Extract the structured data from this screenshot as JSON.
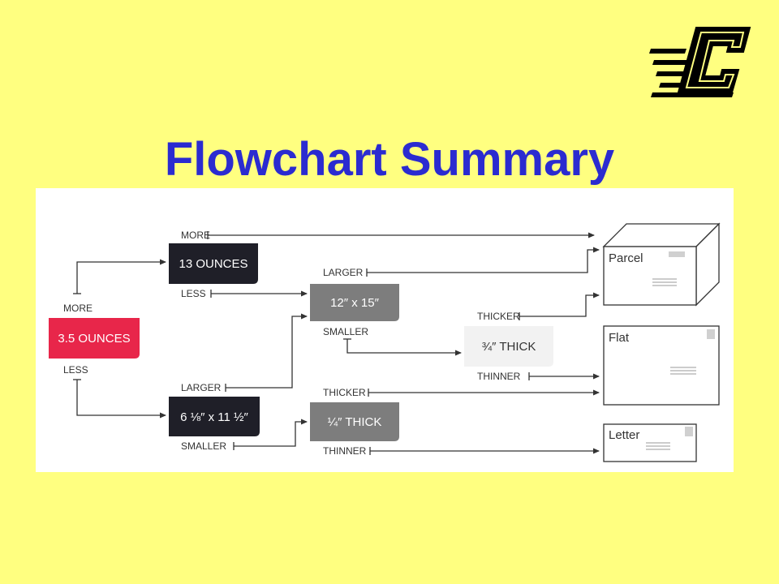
{
  "slide": {
    "title": "Flowchart Summary",
    "background_color": "#FFFF80",
    "title_color": "#2B2BD0",
    "logo": {
      "icon": "block-c-logo",
      "letter": "C",
      "color": "#000000"
    }
  },
  "diagram": {
    "start": {
      "label": "3.5 OUNCES",
      "color": "#E8264A"
    },
    "branch_labels": {
      "start_more": "MORE",
      "start_less": "LESS",
      "oz13_more": "MORE",
      "oz13_less": "LESS",
      "env_larger": "LARGER",
      "env_smaller": "SMALLER",
      "size12_larger": "LARGER",
      "size12_smaller": "SMALLER",
      "thick34_thicker": "THICKER",
      "thick34_thinner": "THINNER",
      "thick14_thicker": "THICKER",
      "thick14_thinner": "THINNER"
    },
    "nodes": {
      "oz13": {
        "label": "13 OUNCES",
        "color": "#1F1F28"
      },
      "envelope_size": {
        "label": "6 ⅛″ x 11 ½″",
        "color": "#1F1F28"
      },
      "size_12x15": {
        "label": "12″ x 15″",
        "color": "#7D7D7D"
      },
      "thick_34": {
        "label": "¾″ THICK",
        "color": "#F2F2F2"
      },
      "thick_14": {
        "label": "¼″ THICK",
        "color": "#7D7D7D"
      }
    },
    "destinations": {
      "parcel": "Parcel",
      "flat": "Flat",
      "letter": "Letter"
    }
  }
}
